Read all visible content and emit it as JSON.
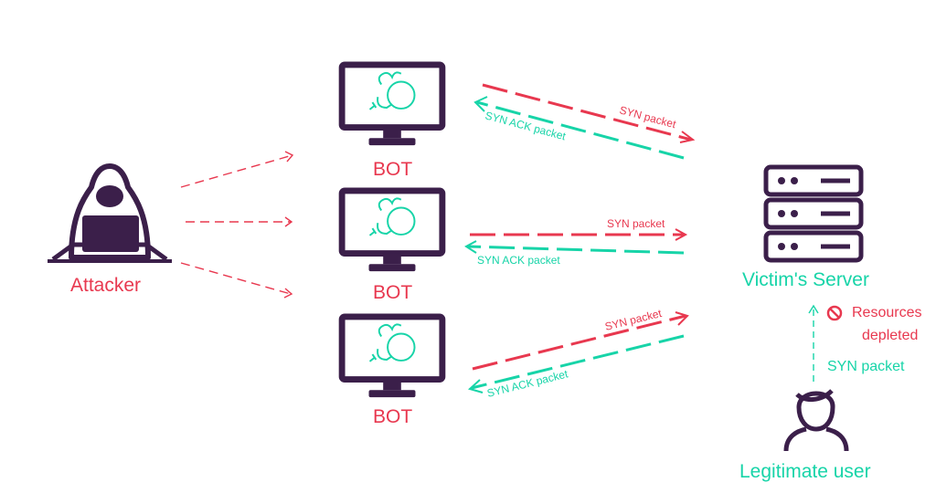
{
  "colors": {
    "attack_red": "#e8384f",
    "response_teal": "#17d4a8",
    "outline_purple": "#3b1f4a",
    "background": "#ffffff"
  },
  "labels": {
    "attacker": "Attacker",
    "bot": "BOT",
    "victim_server": "Victim's Server",
    "legitimate_user": "Legitimate user",
    "resources_depleted_line1": "Resources",
    "resources_depleted_line2": "depleted",
    "syn_packet": "SYN packet",
    "syn_ack_packet": "SYN ACK packet",
    "user_syn_packet": "SYN packet"
  },
  "icons": {
    "attacker": "hooded-hacker-laptop-icon",
    "bot": "monitor-with-logo-icon",
    "server": "server-rack-icon",
    "user": "user-silhouette-icon",
    "blocked": "prohibited-icon"
  }
}
